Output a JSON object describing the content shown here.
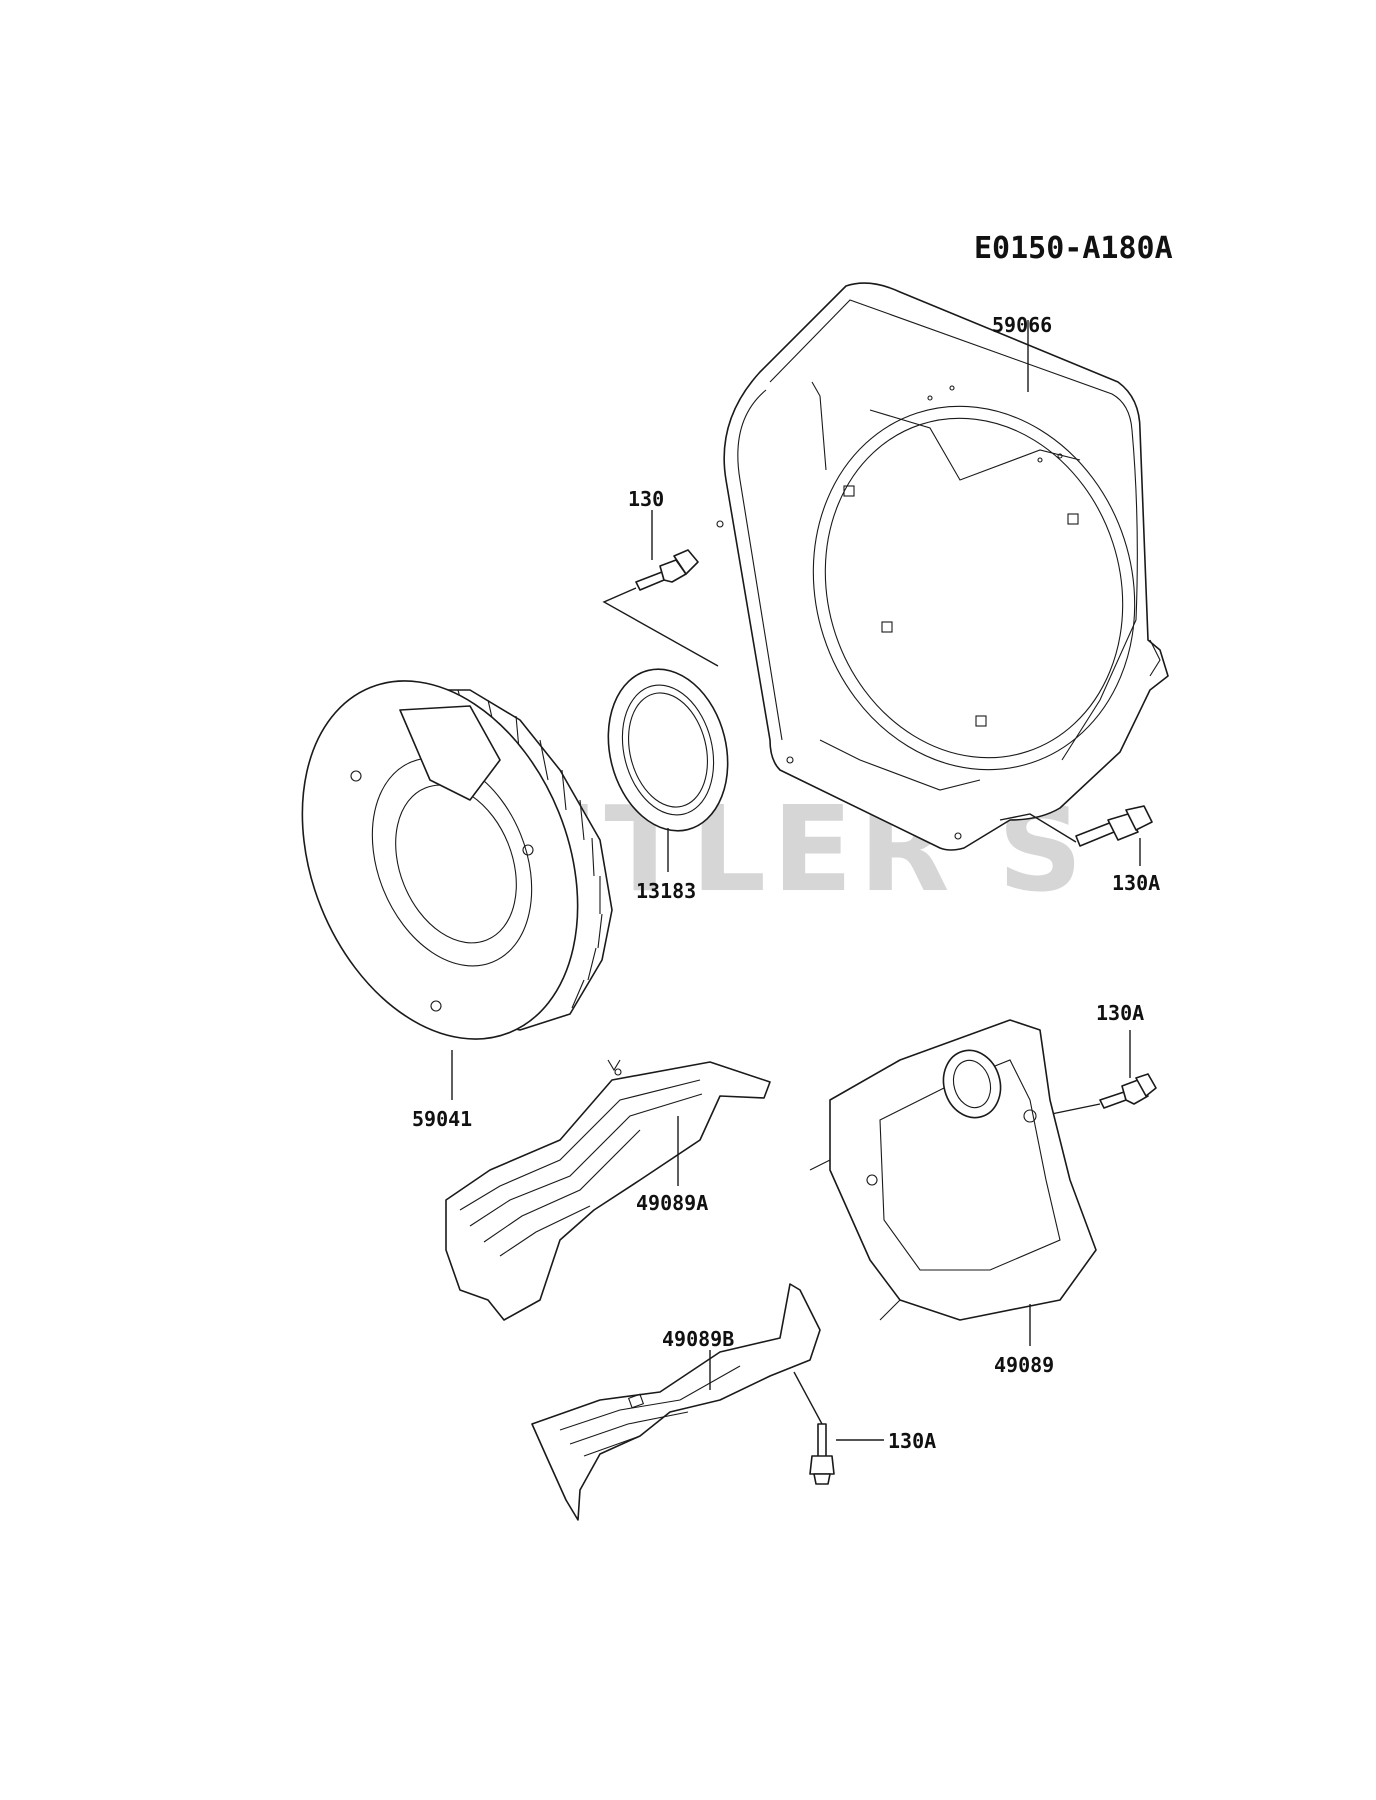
{
  "diagram": {
    "code": "E0150-A180A",
    "watermark": "CUTLER'S",
    "callouts": {
      "housing": "59066",
      "bolt_top": "130",
      "plate": "13183",
      "bolt_right": "130A",
      "fan": "59041",
      "bolt_mid": "130A",
      "cover_a": "49089A",
      "cover": "49089",
      "cover_b": "49089B",
      "bolt_bottom": "130A"
    }
  }
}
